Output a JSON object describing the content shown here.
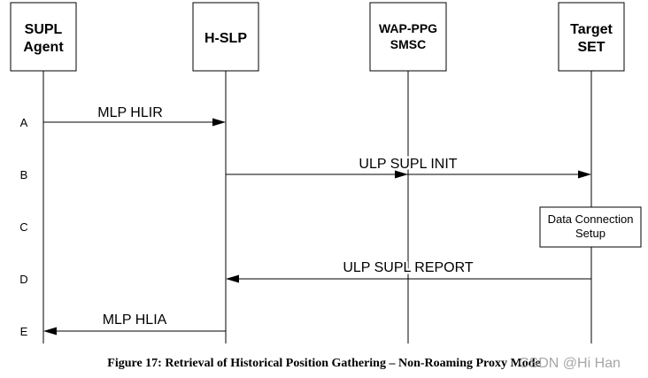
{
  "participants": [
    {
      "lines": [
        "SUPL",
        "Agent"
      ]
    },
    {
      "lines": [
        "H-SLP"
      ]
    },
    {
      "lines": [
        "WAP-PPG",
        "SMSC"
      ]
    },
    {
      "lines": [
        "Target",
        "SET"
      ]
    }
  ],
  "steps": [
    "A",
    "B",
    "C",
    "D",
    "E"
  ],
  "messages": [
    {
      "label": "MLP HLIR"
    },
    {
      "label": "ULP SUPL INIT"
    },
    {
      "label": "ULP SUPL REPORT"
    },
    {
      "label": "MLP HLIA"
    }
  ],
  "process_box": {
    "lines": [
      "Data Connection",
      "Setup"
    ]
  },
  "caption": "Figure 17: Retrieval of Historical Position Gathering – Non-Roaming Proxy Mode",
  "watermark": "CSDN @Hi Han",
  "colors": {
    "background": "#ffffff",
    "line": "#000000",
    "watermark": "#9c9c9c"
  }
}
